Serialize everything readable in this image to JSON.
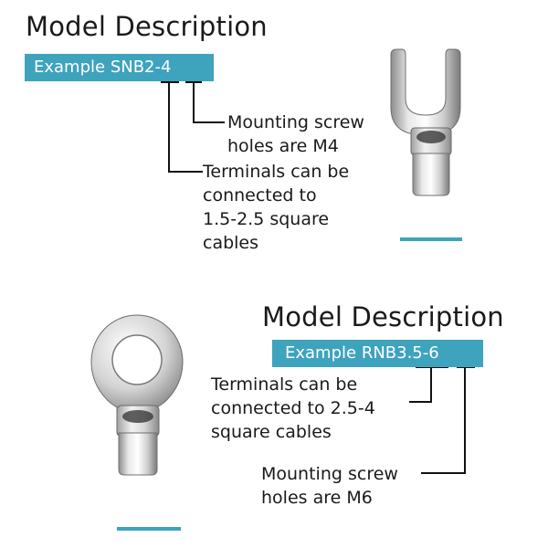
{
  "top": {
    "heading": "Model Description",
    "example": "Example SNB2-4",
    "screw_desc": [
      "Mounting screw",
      "holes are M4"
    ],
    "cable_desc": [
      "Terminals can be",
      "connected to",
      "1.5-2.5 square",
      "cables"
    ],
    "product_icon": "fork-spade-terminal"
  },
  "bottom": {
    "heading": "Model Description",
    "example": "Example RNB3.5-6",
    "cable_desc": [
      "Terminals can be",
      "connected to 2.5-4",
      "square cables"
    ],
    "screw_desc": [
      "Mounting screw",
      "holes are M6"
    ],
    "product_icon": "ring-terminal"
  },
  "colors": {
    "accent": "#3ea3bd",
    "line": "#111111"
  }
}
